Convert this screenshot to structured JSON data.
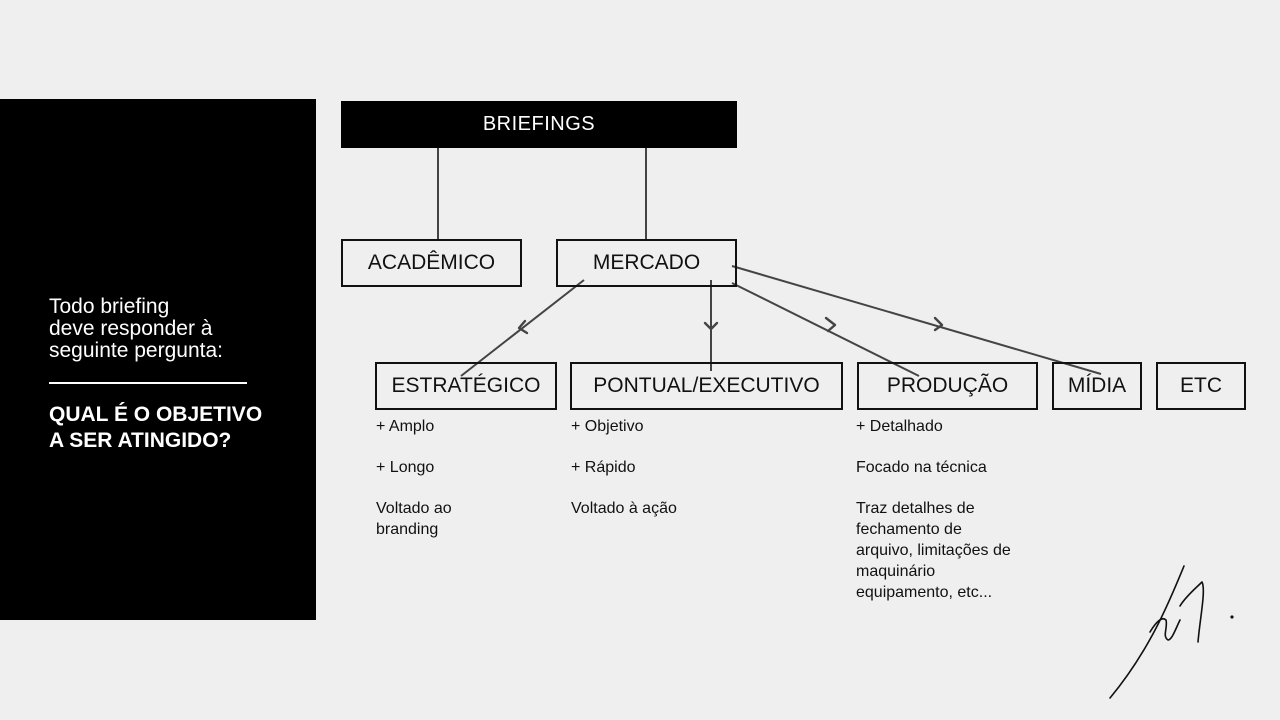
{
  "side": {
    "intro_lines": [
      "Todo briefing",
      "deve responder à",
      "seguinte pergunta:"
    ],
    "question_lines": [
      "QUAL É O OBJETIVO",
      "A SER ATINGIDO?"
    ]
  },
  "diagram": {
    "root": "BRIEFINGS",
    "level1": [
      "ACADÊMICO",
      "MERCADO"
    ],
    "level2": [
      "ESTRATÉGICO",
      "PONTUAL/EXECUTIVO",
      "PRODUÇÃO",
      "MÍDIA",
      "ETC"
    ]
  },
  "notes": {
    "estrategico": [
      "+ Amplo",
      "+ Longo",
      "Voltado ao branding"
    ],
    "pontual": [
      "+ Objetivo",
      "+ Rápido",
      "Voltado à ação"
    ],
    "producao": [
      "+ Detalhado",
      "Focado na técnica",
      "Traz detalhes de fechamento de arquivo, limitações de maquinário equipamento, etc..."
    ]
  },
  "colors": {
    "panel": "#000000",
    "background": "#efefef",
    "line": "#444444"
  }
}
